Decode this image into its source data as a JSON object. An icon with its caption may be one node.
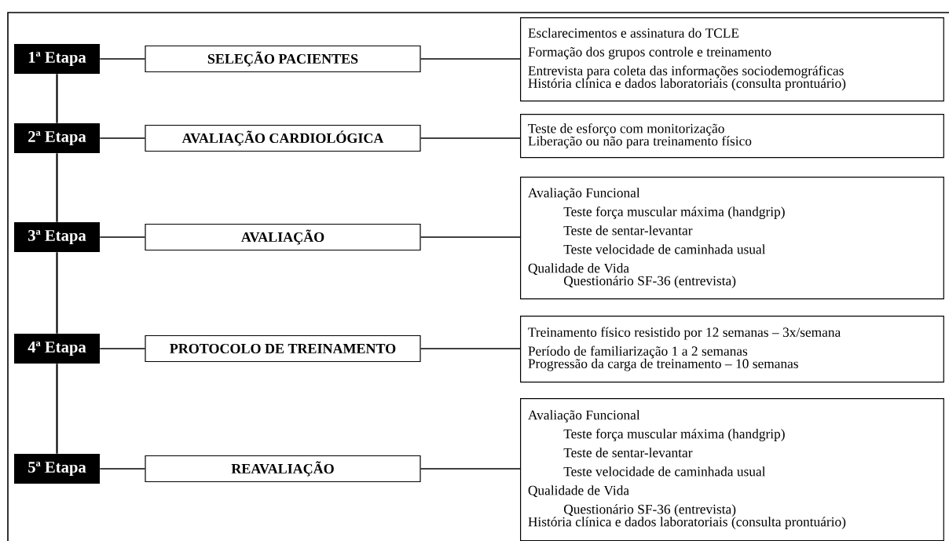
{
  "diagram": {
    "nodes": [
      {
        "text": [
          "1ª Etapa"
        ]
      },
      {
        "text": [
          "SELEÇÃO PACIENTES"
        ]
      },
      {
        "text": [
          "Esclarecimentos e assinatura do TCLE",
          "Formação dos grupos controle e treinamento",
          "Entrevista para coleta das informações sociodemográficas",
          "História clínica e dados laboratoriais (consulta prontuário)"
        ]
      },
      {
        "text": [
          "2ª Etapa"
        ]
      },
      {
        "text": [
          "AVALIAÇÃO CARDIOLÓGICA"
        ]
      },
      {
        "text": [
          "Teste de esforço com monitorização",
          "Liberação ou não para treinamento físico"
        ]
      },
      {
        "text": [
          "3ª Etapa"
        ]
      },
      {
        "text": [
          "AVALIAÇÃO"
        ]
      },
      {
        "text": [
          "Avaliação Funcional",
          "Teste força muscular máxima (handgrip)",
          "Teste de sentar-levantar",
          "Teste velocidade de caminhada usual",
          "Qualidade de Vida",
          "Questionário SF-36 (entrevista)"
        ]
      },
      {
        "text": [
          "4ª Etapa"
        ]
      },
      {
        "text": [
          "PROTOCOLO DE TREINAMENTO"
        ]
      },
      {
        "text": [
          "Treinamento físico resistido por 12 semanas – 3x/semana",
          "Período de familiarização 1 a 2 semanas",
          "Progressão da carga de treinamento – 10 semanas"
        ]
      },
      {
        "text": [
          "5ª Etapa"
        ]
      },
      {
        "text": [
          "REAVALIAÇÃO"
        ]
      },
      {
        "text": [
          "Avaliação Funcional",
          "Teste força muscular máxima (handgrip)",
          "Teste de sentar-levantar",
          "Teste velocidade de caminhada usual",
          "Qualidade de Vida",
          "Questionário SF-36 (entrevista)",
          "História clínica e dados laboratoriais (consulta prontuário)"
        ]
      }
    ],
    "edges": [
      {
        "from": 0,
        "to": 3,
        "arrow": "none"
      },
      {
        "from": 3,
        "to": 6,
        "arrow": "none"
      },
      {
        "from": 6,
        "to": 9,
        "arrow": "none"
      },
      {
        "from": 9,
        "to": 12,
        "arrow": "none"
      },
      {
        "from": 0,
        "to": 1,
        "arrow": "none"
      },
      {
        "from": 1,
        "to": 2,
        "arrow": "none"
      },
      {
        "from": 3,
        "to": 4,
        "arrow": "none"
      },
      {
        "from": 4,
        "to": 5,
        "arrow": "none"
      },
      {
        "from": 6,
        "to": 7,
        "arrow": "none"
      },
      {
        "from": 7,
        "to": 8,
        "arrow": "none"
      },
      {
        "from": 9,
        "to": 10,
        "arrow": "none"
      },
      {
        "from": 10,
        "to": 11,
        "arrow": "none"
      },
      {
        "from": 12,
        "to": 13,
        "arrow": "none"
      },
      {
        "from": 13,
        "to": 14,
        "arrow": "none"
      }
    ]
  }
}
